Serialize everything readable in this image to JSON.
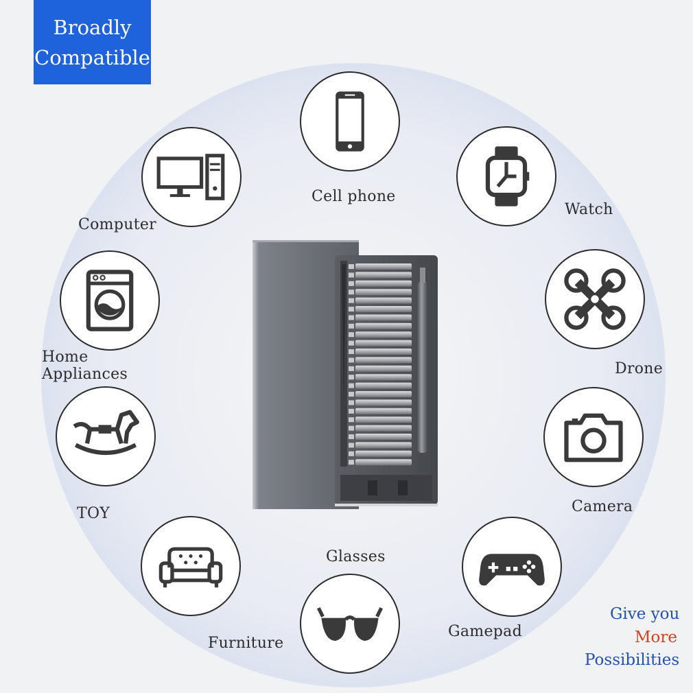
{
  "badge": {
    "line1": "Broadly",
    "line2": "Compatible"
  },
  "categories": [
    {
      "label": "Cell phone",
      "icon": "cell-phone-icon"
    },
    {
      "label": "Watch",
      "icon": "watch-icon"
    },
    {
      "label": "Drone",
      "icon": "drone-icon"
    },
    {
      "label": "Camera",
      "icon": "camera-icon"
    },
    {
      "label": "Gamepad",
      "icon": "gamepad-icon"
    },
    {
      "label": "Glasses",
      "icon": "glasses-icon"
    },
    {
      "label": "Furniture",
      "icon": "sofa-icon"
    },
    {
      "label": "TOY",
      "icon": "rocking-horse-icon"
    },
    {
      "label": "Home Appliances",
      "label_line1": "Home",
      "label_line2": "Appliances",
      "icon": "washing-machine-icon"
    },
    {
      "label": "Computer",
      "icon": "computer-icon"
    }
  ],
  "tagline": {
    "line1": "Give you",
    "line2": "More",
    "line3": "Possibilities"
  },
  "colors": {
    "badge_bg": "#1e63dc",
    "tagline_blue": "#2450b4",
    "tagline_red": "#d8401c"
  }
}
